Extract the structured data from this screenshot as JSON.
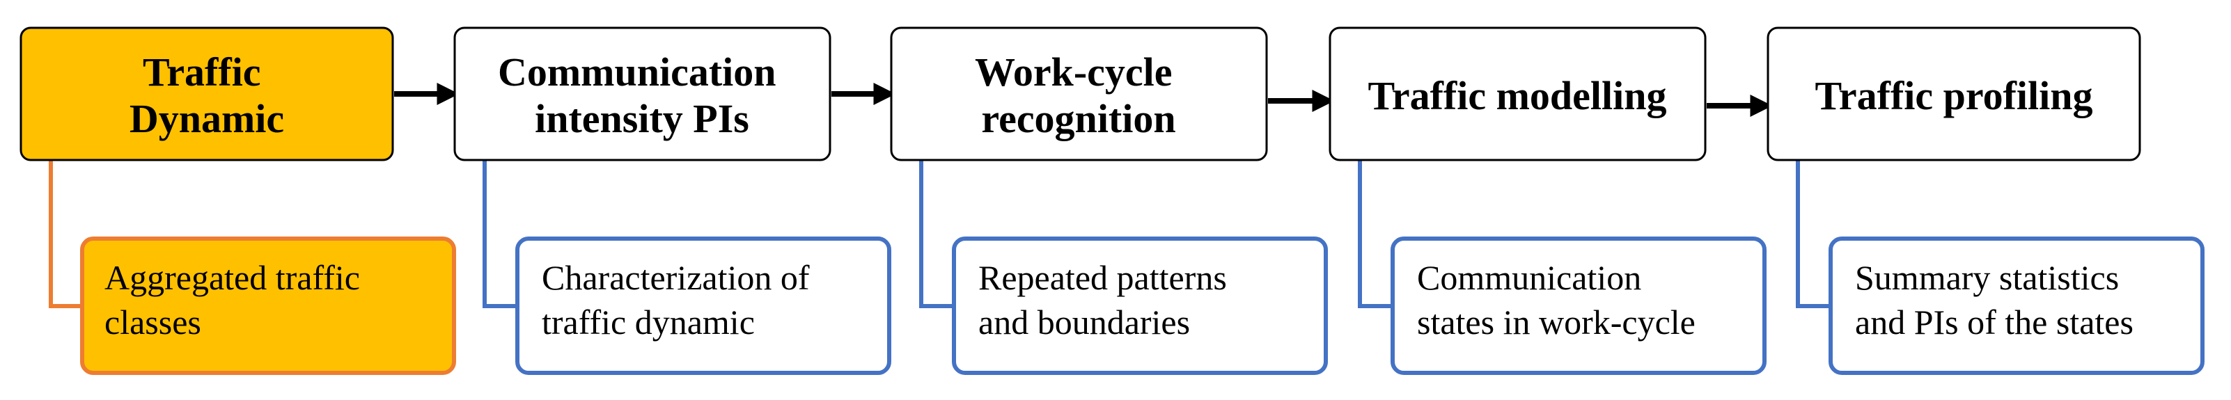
{
  "stages": [
    {
      "lines": [
        "Traffic",
        "Dynamic"
      ],
      "highlight": true
    },
    {
      "lines": [
        "Communication",
        "intensity PIs"
      ],
      "highlight": false
    },
    {
      "lines": [
        "Work-cycle",
        "recognition"
      ],
      "highlight": false
    },
    {
      "lines": [
        "Traffic modelling"
      ],
      "highlight": false
    },
    {
      "lines": [
        "Traffic profiling"
      ],
      "highlight": false
    }
  ],
  "details": [
    {
      "lines": [
        "Aggregated traffic",
        "classes"
      ],
      "highlight": true
    },
    {
      "lines": [
        "Characterization of",
        "traffic dynamic"
      ],
      "highlight": false
    },
    {
      "lines": [
        "Repeated patterns",
        "and boundaries"
      ],
      "highlight": false
    },
    {
      "lines": [
        "Communication",
        "states in work-cycle"
      ],
      "highlight": false
    },
    {
      "lines": [
        "Summary statistics",
        "and PIs of the states"
      ],
      "highlight": false
    }
  ],
  "colors": {
    "highlight_fill": "#FFC000",
    "highlight_border": "#ED7D31",
    "detail_border": "#4472C4",
    "stage_border": "#000000",
    "arrow": "#000000"
  }
}
